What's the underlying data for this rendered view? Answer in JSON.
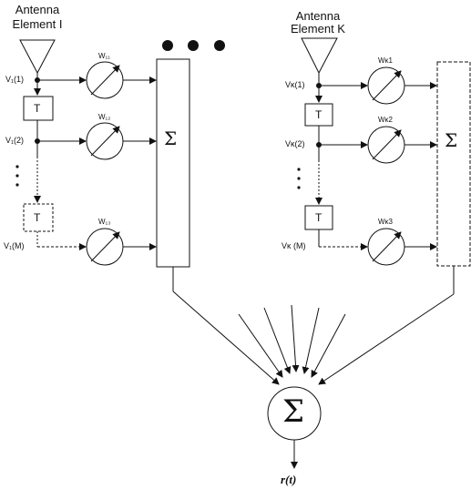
{
  "left_element": {
    "title_line1": "Antenna",
    "title_line2": "Element I",
    "taps": [
      "V₁(1)",
      "V₁(2)",
      "V₁(M)"
    ],
    "weights": [
      "W₁₁",
      "W₁₂",
      "W₁₃"
    ],
    "delay_label": "T",
    "sum_symbol": "Σ"
  },
  "right_element": {
    "title_line1": "Antenna",
    "title_line2": "Element K",
    "taps": [
      "Vκ(1)",
      "Vκ(2)",
      "Vκ (M)"
    ],
    "weights": [
      "Wκ1",
      "Wκ2",
      "Wκ3"
    ],
    "delay_label": "T",
    "sum_symbol": "Σ"
  },
  "final_sum_symbol": "Σ",
  "output_label": "r(t)"
}
